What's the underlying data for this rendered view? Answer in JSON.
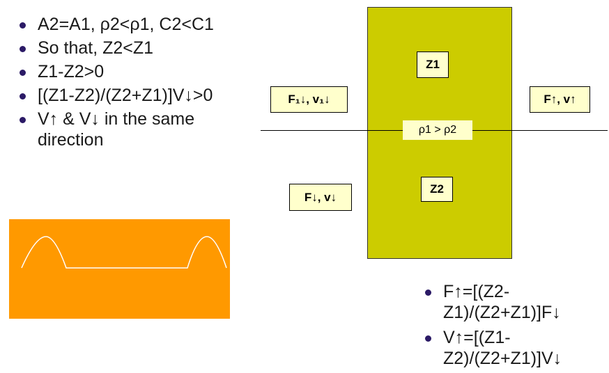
{
  "left_bullets": [
    "A2=A1, ρ2<ρ1, C2<C1",
    "So that, Z2<Z1",
    "Z1-Z2>0",
    "[(Z1-Z2)/(Z2+Z1)]V↓>0",
    "V↑ & V↓ in the same direction"
  ],
  "right_bullets": [
    "F↑=[(Z2-Z1)/(Z2+Z1)]F↓",
    "V↑=[(Z1-Z2)/(Z2+Z1)]V↓"
  ],
  "diagram": {
    "z1_label": "Z1",
    "z2_label": "Z2",
    "boundary_label": "ρ1 > ρ2",
    "incident_label": "F₁↓, v₁↓",
    "reflected_label": "F↑, v↑",
    "lower_label": "F↓, v↓"
  },
  "colors": {
    "block": "#cccc00",
    "label_bg": "#ffffcc",
    "pulse_bg": "#ff9900",
    "bullet": "#2b1a66"
  }
}
